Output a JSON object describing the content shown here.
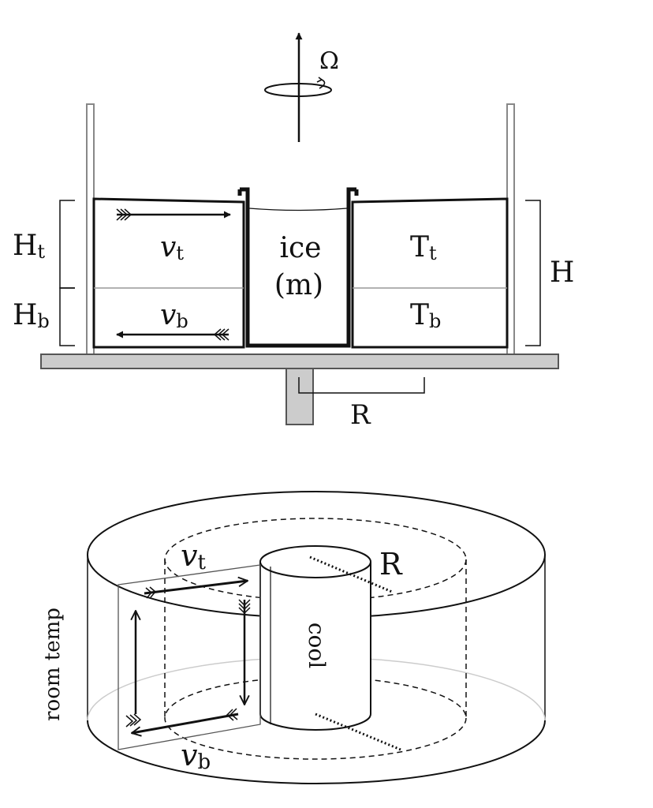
{
  "top_panel": {
    "rotation_label": "Ω",
    "height_top_label": {
      "main": "H",
      "sub": "t"
    },
    "height_bottom_label": {
      "main": "H",
      "sub": "b"
    },
    "height_total_label": "H",
    "velocity_top_label": {
      "main": "v",
      "sub": "t"
    },
    "velocity_bottom_label": {
      "main": "v",
      "sub": "b"
    },
    "ice_label": "ice",
    "mass_label": "(m)",
    "temp_top_label": {
      "main": "T",
      "sub": "t"
    },
    "temp_bottom_label": {
      "main": "T",
      "sub": "b"
    },
    "radius_label": "R"
  },
  "bottom_panel": {
    "velocity_top_label": {
      "main": "v",
      "sub": "t"
    },
    "velocity_bottom_label": {
      "main": "v",
      "sub": "b"
    },
    "radius_label": "R",
    "cool_label": "cool",
    "room_temp_label": "room temp"
  }
}
